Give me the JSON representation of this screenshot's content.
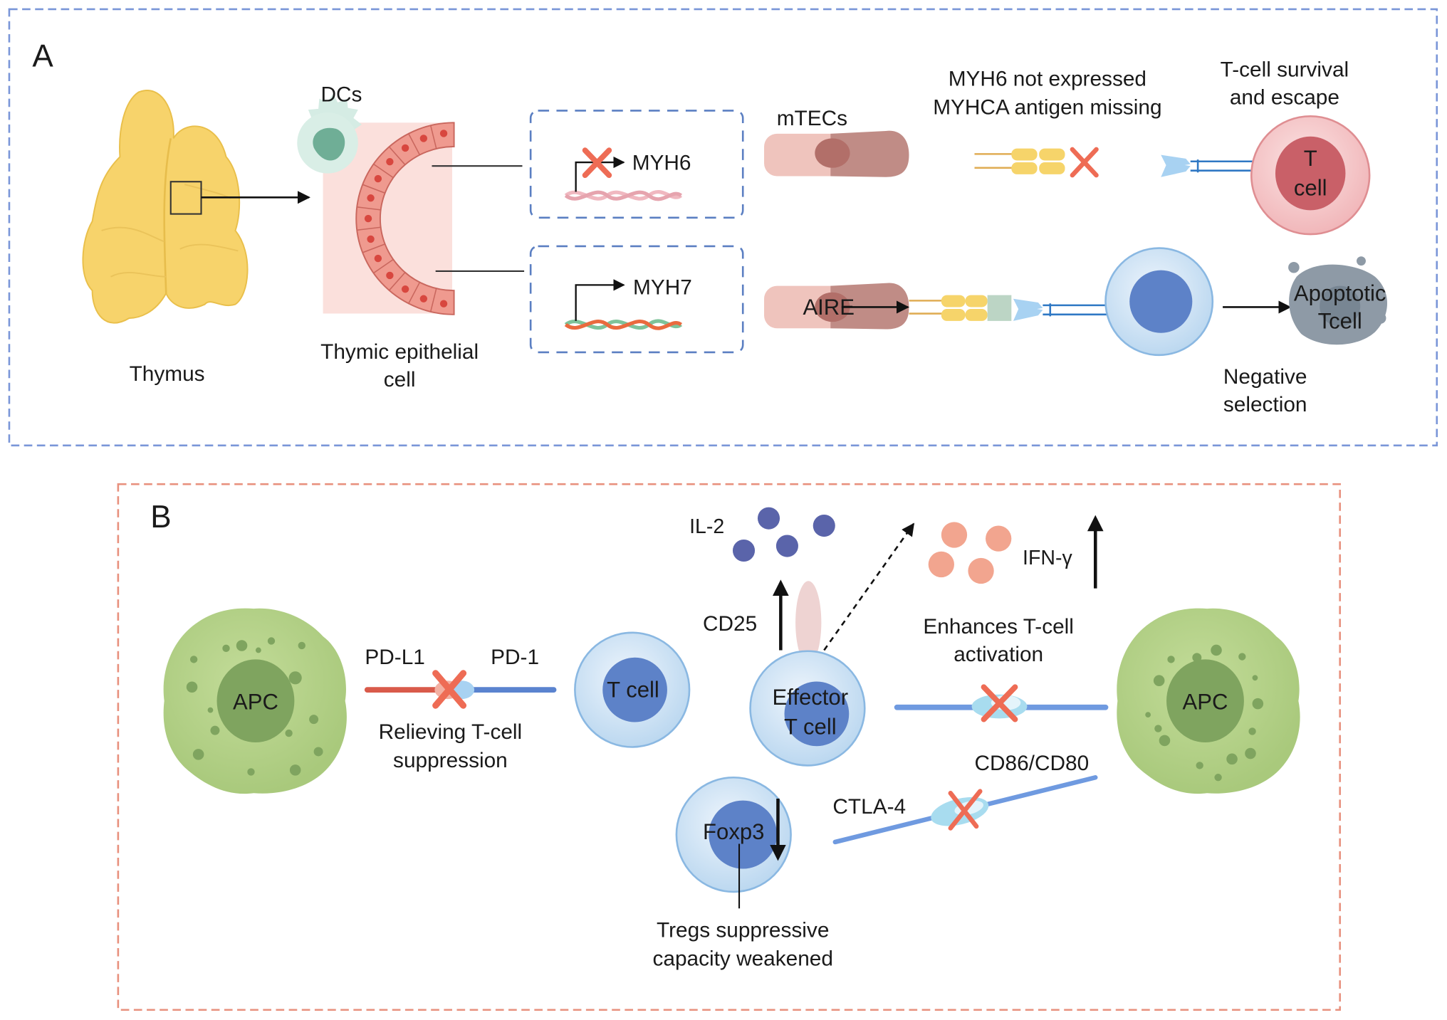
{
  "figure": {
    "panels": [
      {
        "id": "A",
        "letter": "A",
        "border_color": "#7a96d8",
        "labels": {
          "thymus": "Thymus",
          "dcs": "DCs",
          "thymic_epithelial_line1": "Thymic epithelial",
          "thymic_epithelial_line2": "cell",
          "gene_top": "MYH6",
          "gene_bottom": "MYH7",
          "mtecs": "mTECs",
          "aire": "AIRE",
          "antigen_missing_line1": "MYH6 not expressed",
          "antigen_missing_line2": "MYHCA antigen missing",
          "survival_line1": "T-cell survival",
          "survival_line2": "and escape",
          "tcell_line1": "T",
          "tcell_line2": "cell",
          "apoptotic_line1": "Apoptotic",
          "apoptotic_line2": "Tcell",
          "negative_line1": "Negative",
          "negative_line2": "selection"
        }
      },
      {
        "id": "B",
        "letter": "B",
        "border_color": "#e8917e",
        "labels": {
          "apc_left": "APC",
          "apc_right": "APC",
          "pdl1": "PD-L1",
          "pd1": "PD-1",
          "relieving_line1": "Relieving T-cell",
          "relieving_line2": "suppression",
          "tcell": "T cell",
          "effector_line1": "Effector",
          "effector_line2": "T cell",
          "cd25": "CD25",
          "il2": "IL-2",
          "ifng": "IFN-γ",
          "enhances_line1": "Enhances T-cell",
          "enhances_line2": "activation",
          "cd86_cd80": "CD86/CD80",
          "ctla4": "CTLA-4",
          "foxp3": "Foxp3",
          "tregs_line1": "Tregs suppressive",
          "tregs_line2": "capacity weakened"
        }
      }
    ],
    "colors": {
      "thymus": "#f7d36b",
      "dc": "#d5ece4",
      "dc_nucleus": "#6fae96",
      "epithelium": "#e98a80",
      "epithelium_bg": "#fbe0dc",
      "mtec": "#e8b4ad",
      "mtec_dark": "#b57f7a",
      "inhibit_x": "#ee6c55",
      "antigen": "#f6d46a",
      "tcr": "#8fc4ee",
      "tcell_red": "#f6c9cb",
      "tcell_red_nucleus": "#c96068",
      "tcell_blue": "#d9e9f6",
      "tcell_blue_nucleus": "#5d82c8",
      "apoptotic": "#8e9aa6",
      "apc": "#b7d38a",
      "apc_nucleus": "#7fa45f",
      "il2": "#5a64aa",
      "ifng": "#f2a58f",
      "pdl1": "#d95a4a",
      "pd1": "#5a83cf",
      "receptor_line": "#6f9ae0"
    }
  }
}
